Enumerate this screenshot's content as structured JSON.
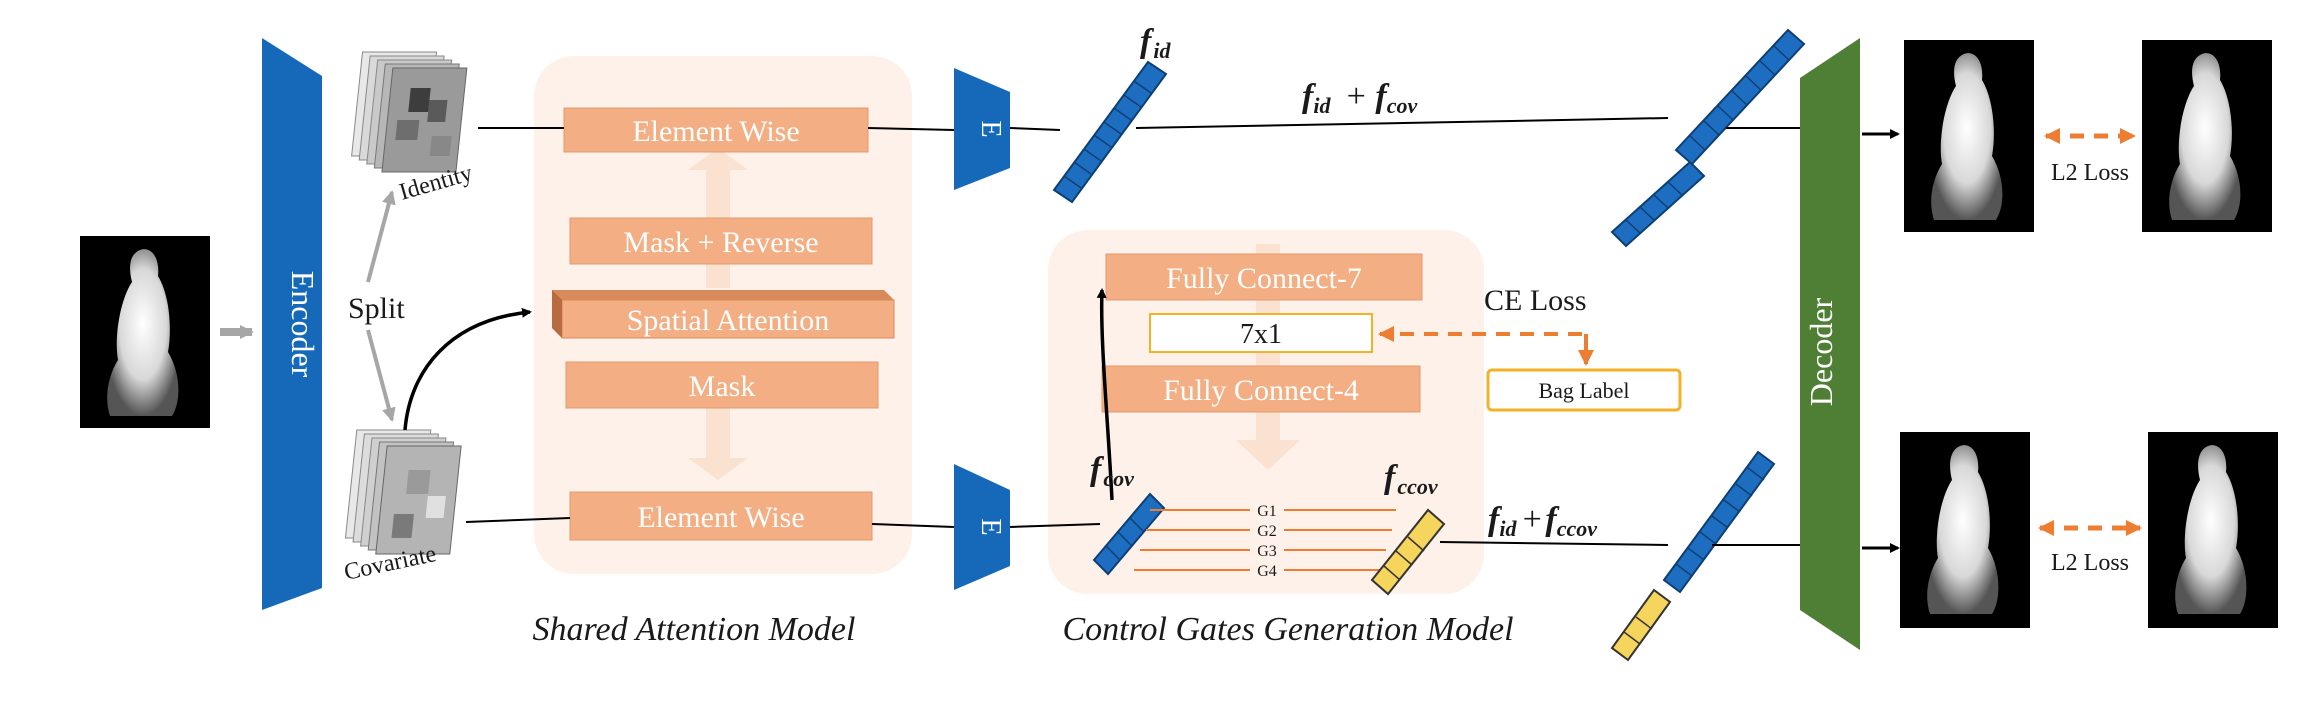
{
  "encoder": {
    "label": "Encoder",
    "color": "#1668b8"
  },
  "decoder": {
    "label": "Decoder",
    "color": "#4f7f35"
  },
  "split": {
    "label": "Split",
    "identity_label": "Identity",
    "covariate_label": "Covariate"
  },
  "shared_attention": {
    "caption": "Shared Attention Model",
    "element_wise_top": "Element Wise",
    "mask_reverse": "Mask + Reverse",
    "spatial_attention": "Spatial Attention",
    "mask": "Mask",
    "element_wise_bottom": "Element Wise"
  },
  "e_block": {
    "label": "E"
  },
  "control_gates": {
    "caption": "Control Gates Generation Model",
    "fc7": "Fully Connect-7",
    "dim": "7x1",
    "fc4": "Fully Connect-4",
    "gates": [
      "G1",
      "G2",
      "G3",
      "G4"
    ]
  },
  "features": {
    "f_id": {
      "base": "f",
      "sub": "id"
    },
    "f_cov": {
      "base": "f",
      "sub": "cov"
    },
    "f_ccov": {
      "base": "f",
      "sub": "ccov"
    },
    "sum_top": {
      "a": "f",
      "a_sub": "id",
      "op": "+",
      "b": "f",
      "b_sub": "cov"
    },
    "sum_bottom": {
      "a": "f",
      "a_sub": "id",
      "op": "+",
      "b": "f",
      "b_sub": "ccov"
    }
  },
  "losses": {
    "ce_loss": "CE Loss",
    "bag_label": "Bag Label",
    "l2_loss_top": "L2 Loss",
    "l2_loss_bottom": "L2 Loss"
  },
  "colors": {
    "salmon_box": "#f3ae83",
    "panel_bg": "#fdf1e9",
    "feature_blue": "#1d6ec0",
    "feature_yellow": "#f5d55b",
    "loss_orange": "#ed7d31",
    "bag_border": "#f2b227"
  }
}
